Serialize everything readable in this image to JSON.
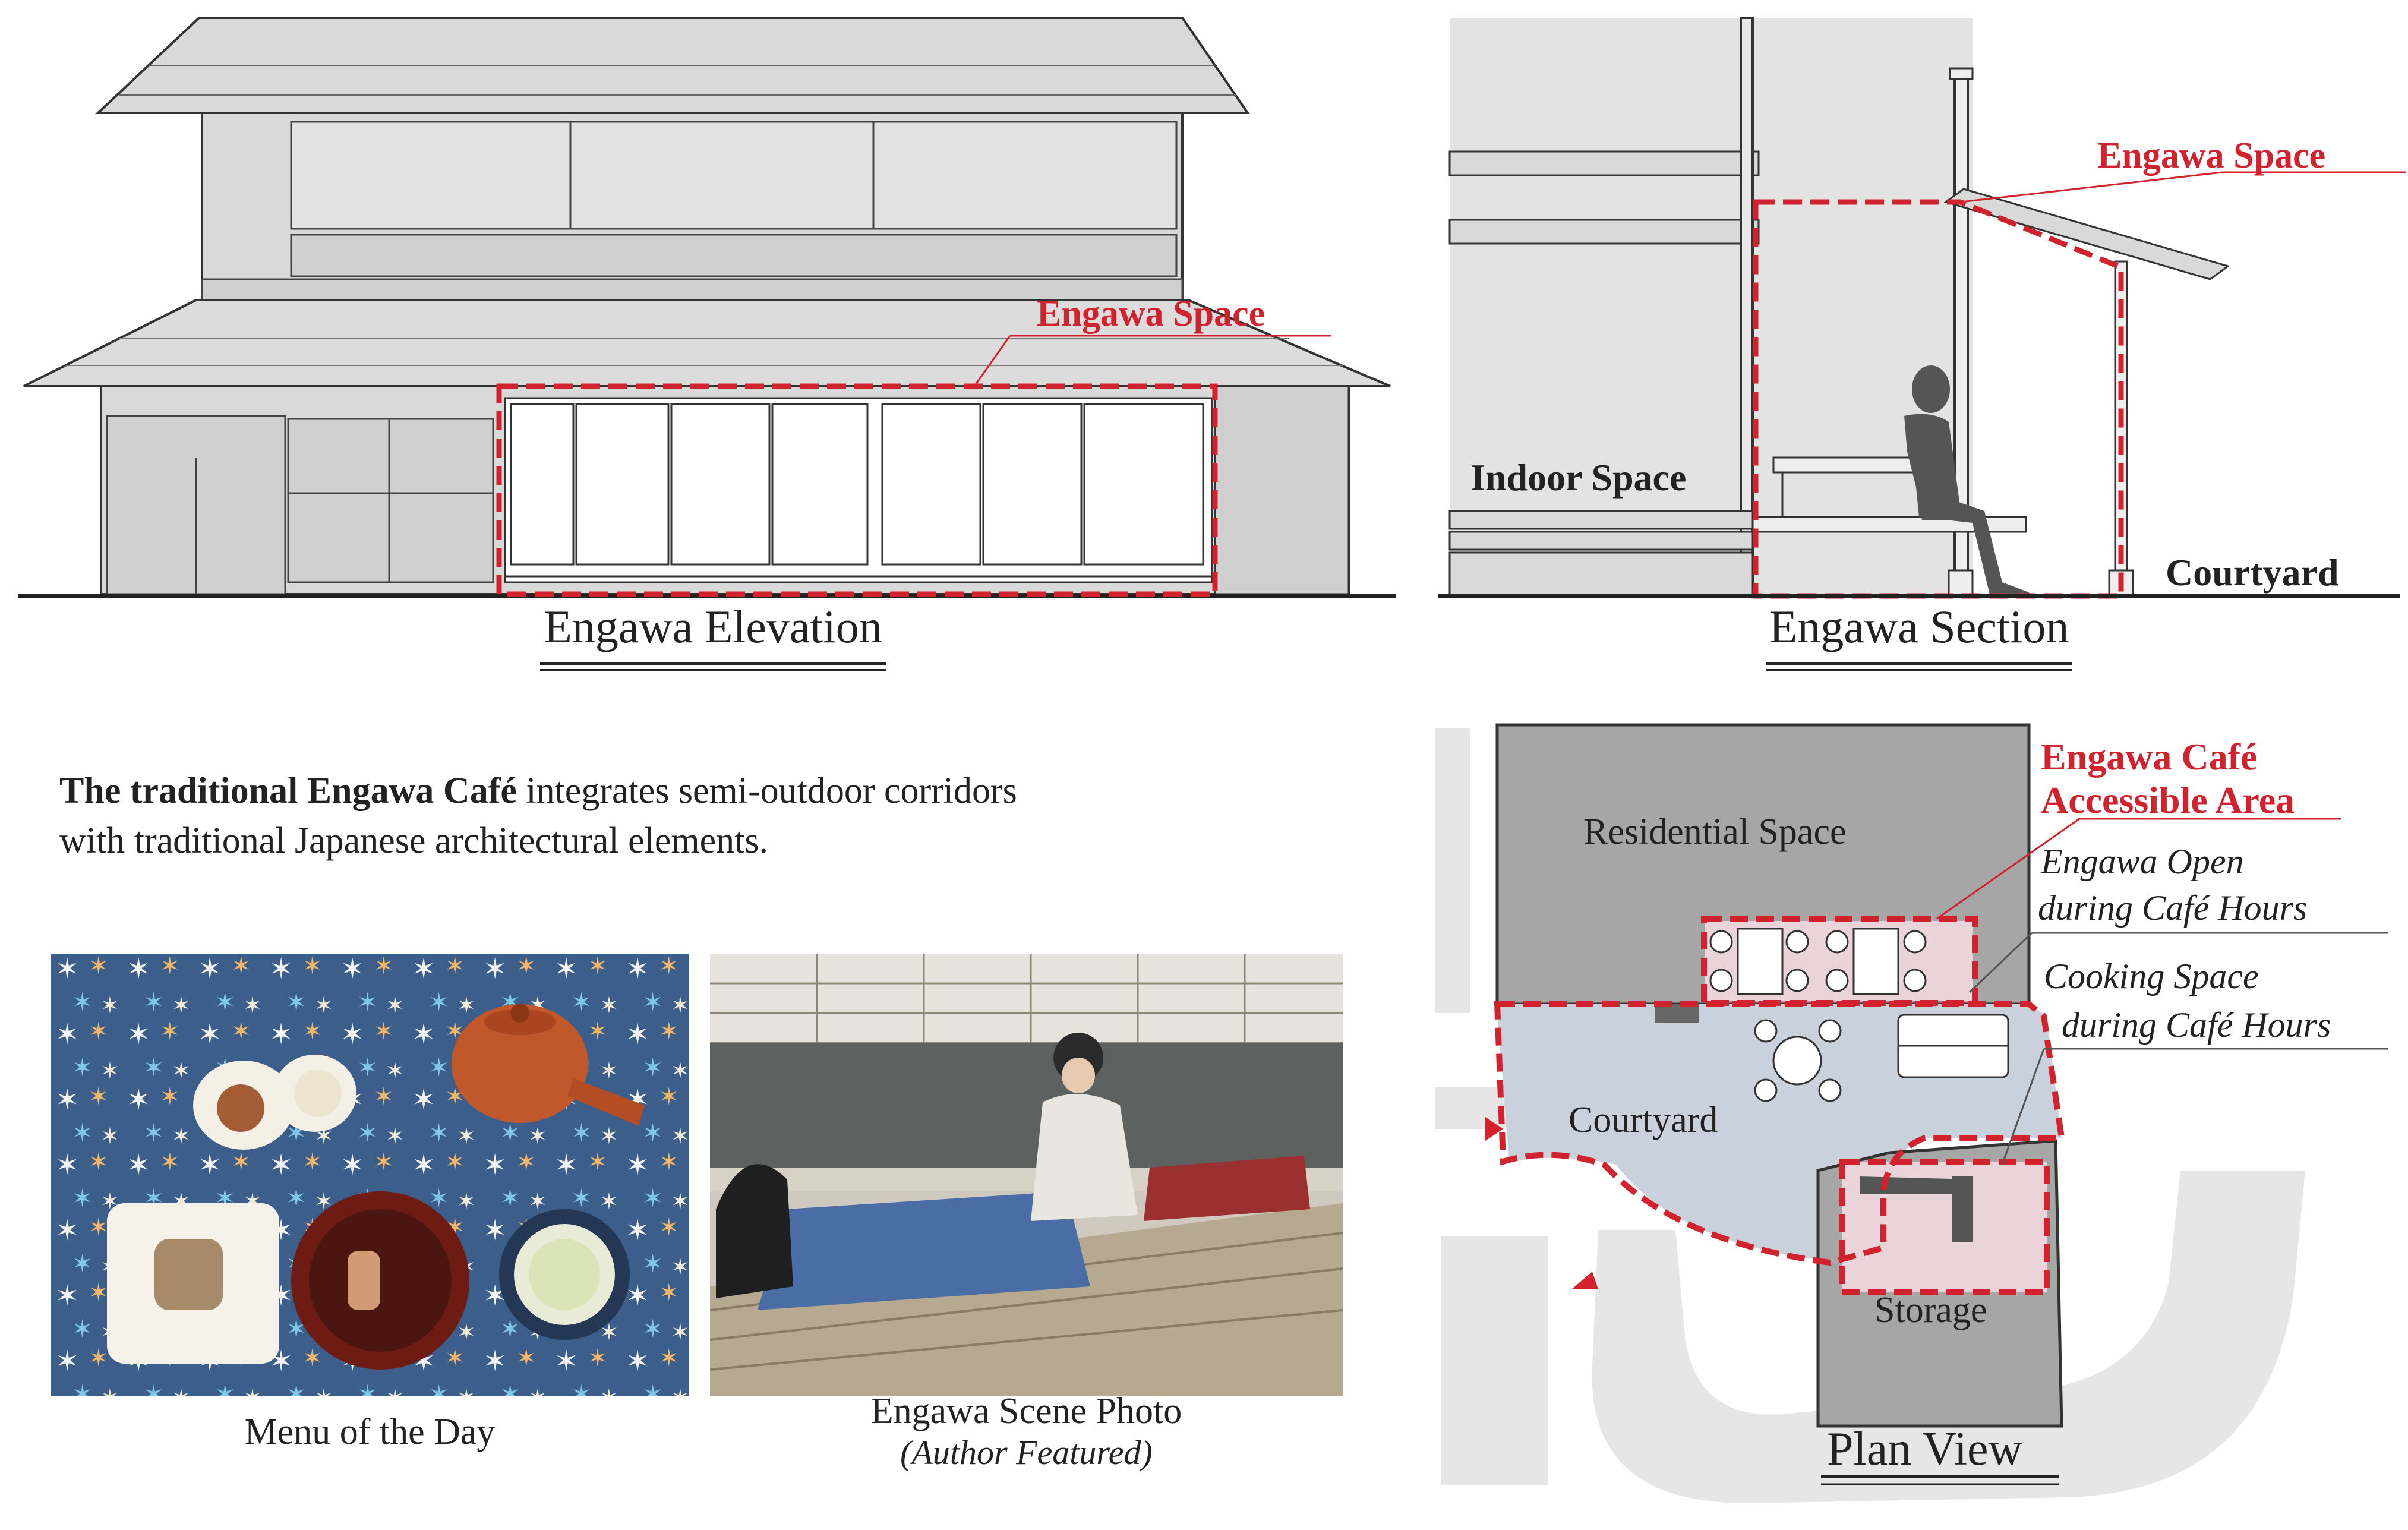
{
  "elevation": {
    "callout": "Engawa Space",
    "caption": "Engawa Elevation"
  },
  "section": {
    "callout": "Engawa Space",
    "indoor_label": "Indoor Space",
    "courtyard_label": "Courtyard",
    "caption": "Engawa Section"
  },
  "intro": {
    "bold": "The traditional Engawa Café",
    "rest_line1": " integrates semi-outdoor corridors",
    "line2": "with traditional Japanese architectural elements."
  },
  "photos": {
    "menu_caption": "Menu of the Day",
    "scene_caption": "Engawa Scene Photo",
    "scene_subcaption": "(Author Featured)"
  },
  "plan": {
    "accessible_line1": "Engawa Café",
    "accessible_line2": "Accessible Area",
    "residential": "Residential Space",
    "engawa_open_line1": "Engawa Open",
    "engawa_open_line2": "during Café Hours",
    "cooking_line1": "Cooking Space",
    "cooking_line2": "during Café Hours",
    "courtyard": "Courtyard",
    "storage": "Storage",
    "caption": "Plan View"
  },
  "colors": {
    "accent_red": "#d2222d",
    "wall_gray": "#d9d9d9",
    "plan_dark_gray": "#a6a6a6",
    "courtyard_blue": "#c9d2dc",
    "engawa_pink": "#ead4d9",
    "path_gray": "#e6e6e6"
  }
}
